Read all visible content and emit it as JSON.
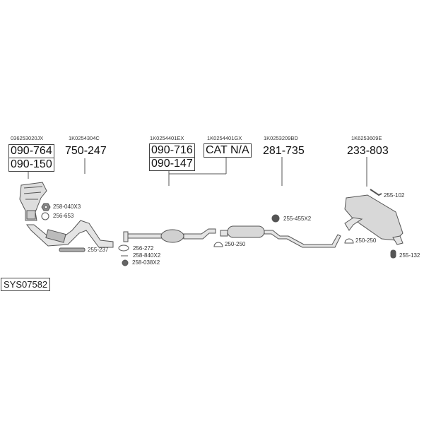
{
  "diagram_id": "SYS07582",
  "oem_numbers": [
    "036253020JX",
    "1K0254304C",
    "1K0254401EX",
    "1K0254401GX",
    "1K0253209BD",
    "1K6253609E"
  ],
  "main_parts": {
    "manifold_cat": "090-764",
    "manifold_cat_alt": "090-150",
    "front_pipe": "750-247",
    "cat": "090-716",
    "cat_alt": "090-147",
    "cat_na": "CAT N/A",
    "middle_silencer": "281-735",
    "rear_silencer": "233-803"
  },
  "fittings": {
    "nut": "258-040X3",
    "gasket_manifold": "256-653",
    "gasket_flex": "255-237",
    "gasket_cat": "256-272",
    "bolt": "258-840X2",
    "nut_cat": "258-038X2",
    "mount_mid": "255-455X2",
    "clamp_mid": "250-250",
    "clamp_rear": "250-250",
    "bracket_rear": "255-102",
    "mount_rear": "255-132"
  }
}
